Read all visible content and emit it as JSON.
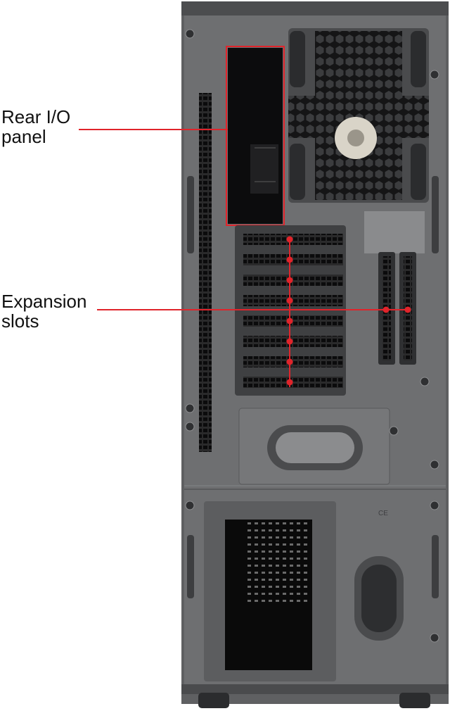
{
  "annotations": {
    "rear_io": {
      "line1": "Rear I/O",
      "line2": "panel"
    },
    "expansion": {
      "line1": "Expansion",
      "line2": "slots"
    }
  },
  "colors": {
    "highlight": "#e0242b",
    "case_body": "#6e6f71",
    "case_dark": "#3a3b3d",
    "opening": "#0c0c0d"
  },
  "case_marks": {
    "ce_mark": "CE"
  }
}
